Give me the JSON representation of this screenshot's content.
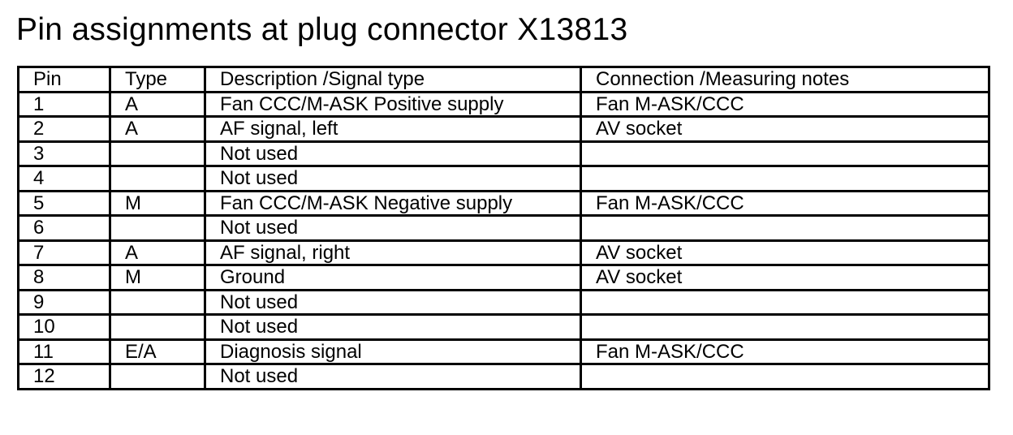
{
  "title": "Pin assignments at plug connector X13813",
  "table": {
    "headers": {
      "pin": "Pin",
      "type": "Type",
      "description": "Description /Signal type",
      "connection": "Connection /Measuring notes"
    },
    "rows": [
      {
        "pin": "1",
        "type": "A",
        "description": "Fan CCC/M-ASK Positive supply",
        "connection": "Fan M-ASK/CCC"
      },
      {
        "pin": "2",
        "type": "A",
        "description": "AF signal, left",
        "connection": "AV socket"
      },
      {
        "pin": "3",
        "type": "",
        "description": "Not used",
        "connection": ""
      },
      {
        "pin": "4",
        "type": "",
        "description": "Not used",
        "connection": ""
      },
      {
        "pin": "5",
        "type": "M",
        "description": "Fan CCC/M-ASK Negative supply",
        "connection": "Fan M-ASK/CCC"
      },
      {
        "pin": "6",
        "type": "",
        "description": "Not used",
        "connection": ""
      },
      {
        "pin": "7",
        "type": "A",
        "description": "AF signal, right",
        "connection": "AV socket"
      },
      {
        "pin": "8",
        "type": "M",
        "description": "Ground",
        "connection": "AV socket"
      },
      {
        "pin": "9",
        "type": "",
        "description": "Not used",
        "connection": ""
      },
      {
        "pin": "10",
        "type": "",
        "description": "Not used",
        "connection": ""
      },
      {
        "pin": "11",
        "type": "E/A",
        "description": "Diagnosis signal",
        "connection": "Fan M-ASK/CCC"
      },
      {
        "pin": "12",
        "type": "",
        "description": "Not used",
        "connection": ""
      }
    ]
  }
}
